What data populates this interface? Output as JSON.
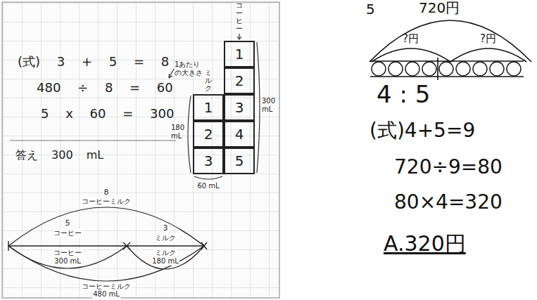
{
  "diagram": {
    "nodes": [
      {
        "text": [
          "1"
        ]
      },
      {
        "text": [
          "2"
        ]
      },
      {
        "text": [
          "3"
        ]
      },
      {
        "text": [
          "4"
        ]
      },
      {
        "text": [
          "5"
        ]
      },
      {
        "text": [
          "1"
        ]
      },
      {
        "text": [
          "2"
        ]
      },
      {
        "text": [
          "3"
        ]
      }
    ],
    "labels": [
      "(式) 3 + 5 = 8",
      "480 ÷ 8 = 60",
      "1あたりの大きさ",
      "5 x 60 = 300",
      "答え 300 mL",
      "コーヒー",
      "ミルク",
      "300 mL",
      "180 mL",
      "60 mL",
      "8",
      "コーヒーミルク",
      "5",
      "コーヒー",
      "3",
      "ミルク",
      "コーヒー",
      "300 mL",
      "ミルク",
      "180 mL",
      "コーヒーミルク",
      "480 mL",
      "5",
      "720円",
      "?円",
      "?円",
      "4 : 5",
      "(式)4+5=9",
      "720÷9=80",
      "80×4=320",
      "A.320円"
    ]
  }
}
